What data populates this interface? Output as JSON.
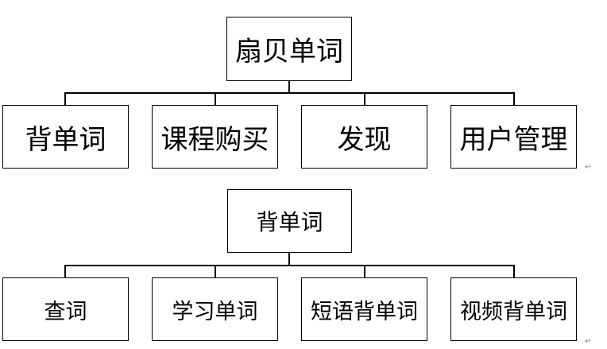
{
  "diagram1": {
    "root": "扇贝单词",
    "children": [
      "背单词",
      "课程购买",
      "发现",
      "用户管理"
    ]
  },
  "diagram2": {
    "root": "背单词",
    "children": [
      "查词",
      "学习单词",
      "短语背单词",
      "视频背单词"
    ]
  },
  "paragraph_mark": "↵"
}
